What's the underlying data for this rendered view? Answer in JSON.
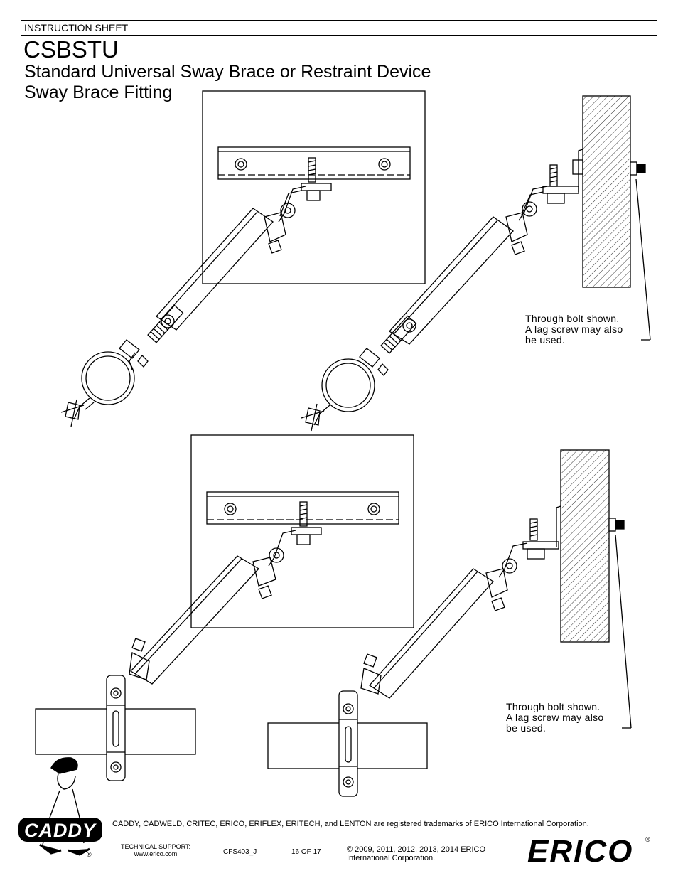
{
  "header": {
    "sheet_label": "INSTRUCTION SHEET",
    "title": "CSBSTU",
    "subtitle_line1": "Standard Universal Sway Brace or Restraint Device",
    "subtitle_line2": "Sway Brace Fitting"
  },
  "notes": {
    "top_right": [
      "Through bolt shown.",
      "A lag screw may also",
      "be used."
    ],
    "bottom_right": [
      "Through bolt shown.",
      "A lag screw may also",
      "be used."
    ]
  },
  "footer": {
    "trademark": "CADDY, CADWELD, CRITEC, ERICO, ERIFLEX, ERITECH, and LENTON are registered trademarks of ERICO International Corporation.",
    "support_label": "TECHNICAL SUPPORT:",
    "support_url": "www.erico.com",
    "doc_number": "CFS403_J",
    "page": "16 OF 17",
    "copyright_line1": "© 2009, 2011, 2012, 2013, 2014 ERICO",
    "copyright_line2": "International Corporation.",
    "caddy_logo": "CADDY",
    "erico_logo": "ERICO",
    "registered": "®"
  }
}
